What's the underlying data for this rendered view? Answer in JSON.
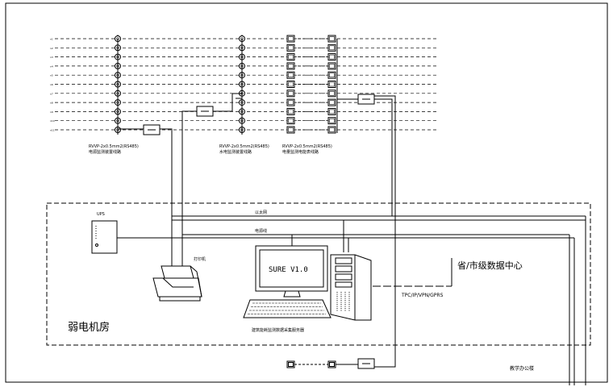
{
  "floor_labels": [
    "n1",
    "n2",
    "n3",
    "n4",
    "n5",
    "n6",
    "n7",
    "n8",
    "n9",
    "n10",
    "n11"
  ],
  "cable_labels": [
    {
      "line1": "RVVP-2x0.5mm2(RS485)",
      "line2": "电源监测装置线路"
    },
    {
      "line1": "RVVP-2x0.5mm2(RS485)",
      "line2": "水电监测装置线路"
    },
    {
      "line1": "RVVP-2x0.5mm2(RS485)",
      "line2": "电量监测电能表线路"
    }
  ],
  "room": {
    "title": "弱电机房",
    "ups_label": "UPS",
    "printer_label": "打印机",
    "lan_label": "以太网",
    "power_label": "电源线",
    "monitor_screen_text": "SURE V1.0",
    "server_caption": "建筑能耗监测数据采集服务器"
  },
  "uplink": {
    "protocol_label": "TPC/IP/VPN/GPRS",
    "destination_label": "省/市级数据中心"
  },
  "office_label": "教学办公楼",
  "colors": {
    "line": "#000000",
    "background": "#ffffff"
  }
}
